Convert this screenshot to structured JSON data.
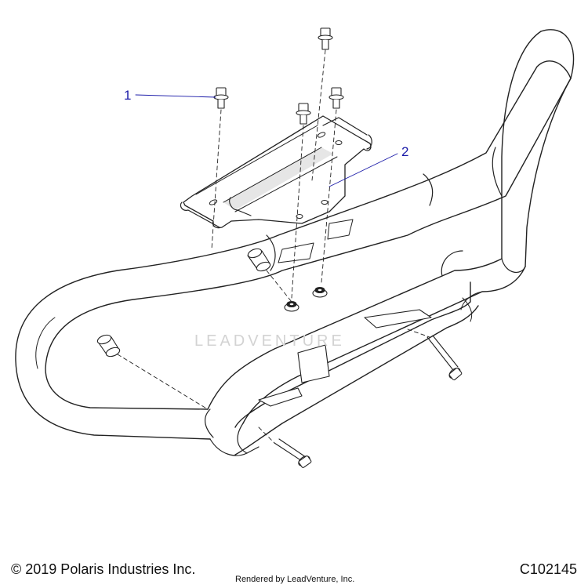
{
  "callouts": [
    {
      "number": "1",
      "color": "#1a1aa8"
    },
    {
      "number": "2",
      "color": "#1a1aa8"
    }
  ],
  "watermark": "LEADVENTURE",
  "footer": {
    "copyright": "© 2019 Polaris Industries Inc.",
    "rendered_by": "Rendered by LeadVenture, Inc.",
    "drawing_id": "C102145"
  },
  "colors": {
    "line": "#222222",
    "fill": "#ffffff",
    "shade": "#e6e6e6",
    "callout": "#1a1aa8"
  }
}
